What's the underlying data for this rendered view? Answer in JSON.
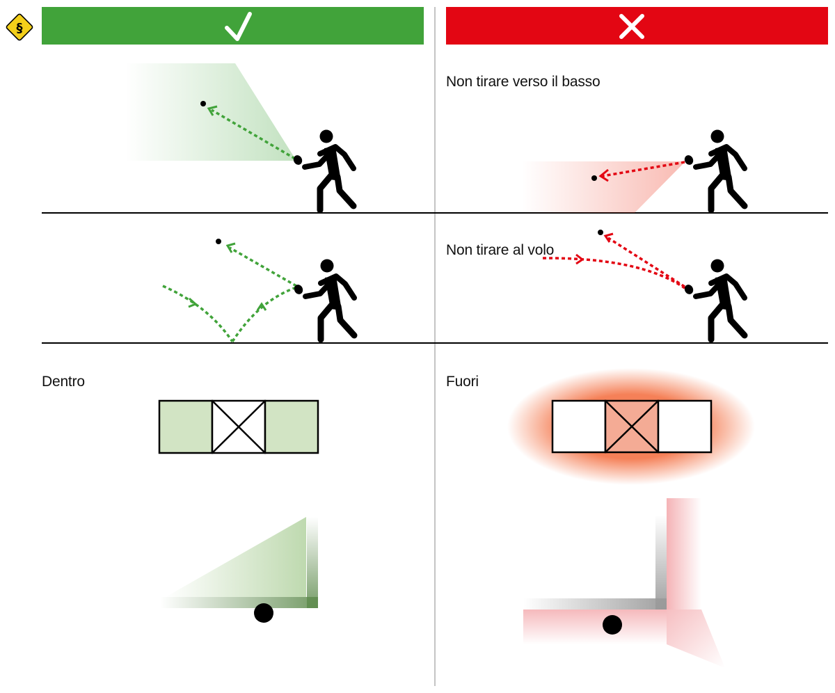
{
  "badge": {
    "symbol": "§",
    "icon": "paragraph-sign-icon",
    "fill": "#f3cf1a"
  },
  "columns": {
    "correct": {
      "icon": "checkmark-icon",
      "color": "#41a33a"
    },
    "wrong": {
      "icon": "cross-icon",
      "color": "#e30613"
    }
  },
  "rows": {
    "low_shot": {
      "wrong_label": "Non tirare verso il basso"
    },
    "volley": {
      "wrong_label": "Non tirare al volo"
    },
    "inside": {
      "correct_label": "Dentro",
      "wrong_label": "Fuori"
    }
  },
  "colors": {
    "green_fill": "#d2e4c4",
    "red_fill": "#f4ab95",
    "dotted_green": "#41a33a",
    "dotted_red": "#e30613",
    "ink": "#000000"
  }
}
